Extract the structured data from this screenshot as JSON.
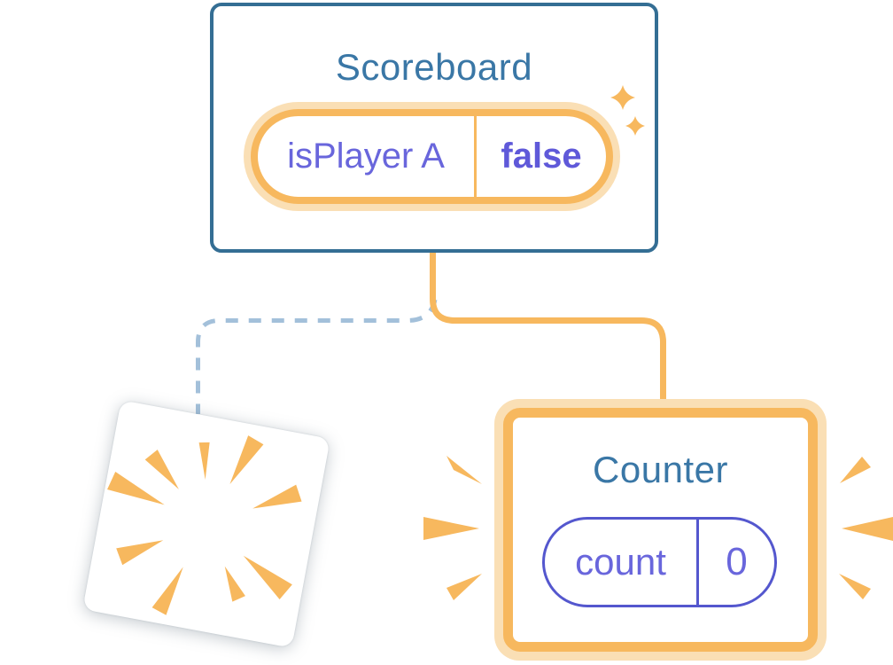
{
  "scoreboard": {
    "title": "Scoreboard",
    "state_pill": {
      "label": "isPlayer A",
      "value": "false"
    }
  },
  "counter": {
    "title": "Counter",
    "state_pill": {
      "label": "count",
      "value": "0"
    }
  },
  "colors": {
    "card_border_blue": "#346E94",
    "title_blue": "#3A77A6",
    "accent_orange": "#F7B85E",
    "halo_orange": "#FADFB5",
    "state_purple_text": "#6966DC",
    "state_purple_border": "#5457CE",
    "removed_edge_dashed_blue": "#A3C0DA",
    "background": "#FFFFFF"
  }
}
